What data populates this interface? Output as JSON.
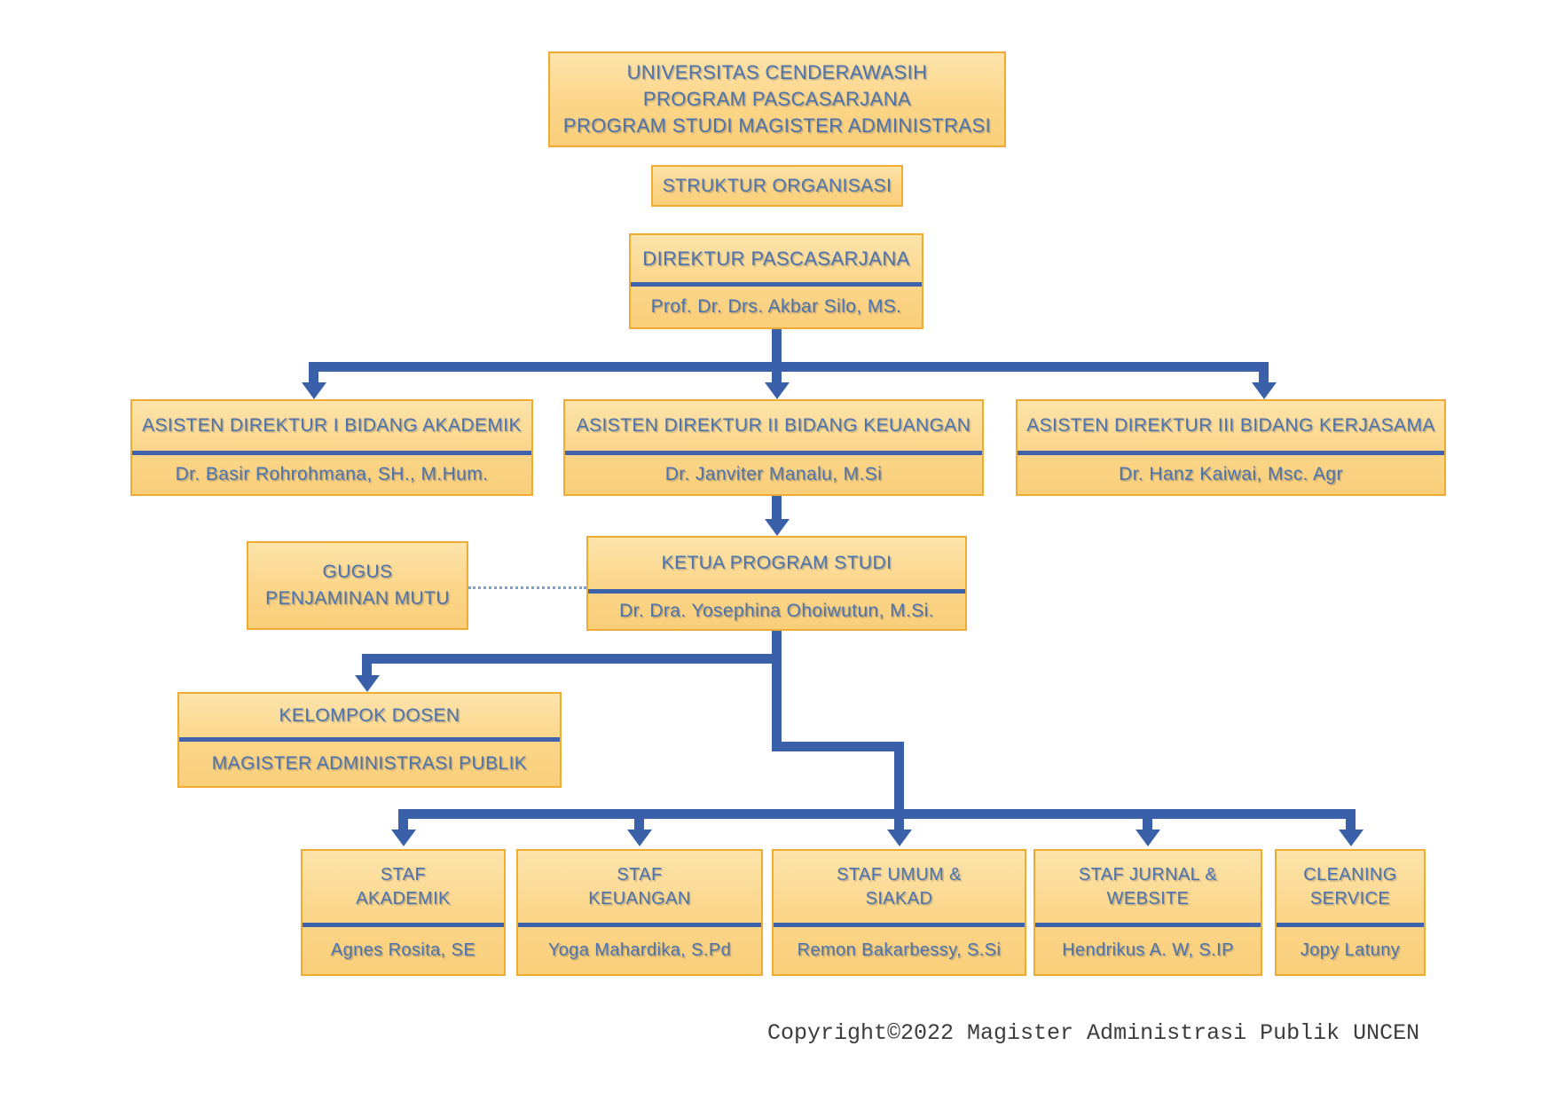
{
  "title_box": {
    "lines": [
      "UNIVERSITAS CENDERAWASIH",
      "PROGRAM PASCASARJANA",
      "PROGRAM STUDI MAGISTER ADMINISTRASI"
    ]
  },
  "subtitle_box": {
    "label": "STRUKTUR ORGANISASI"
  },
  "nodes": {
    "direktur": {
      "title": "DIREKTUR PASCASARJANA",
      "name": "Prof. Dr. Drs. Akbar Silo, MS."
    },
    "asisten1": {
      "title": "ASISTEN DIREKTUR I BIDANG AKADEMIK",
      "name": "Dr. Basir Rohrohmana, SH., M.Hum."
    },
    "asisten2": {
      "title": "ASISTEN DIREKTUR II BIDANG KEUANGAN",
      "name": "Dr. Janviter Manalu, M.Si"
    },
    "asisten3": {
      "title": "ASISTEN DIREKTUR III BIDANG KERJASAMA",
      "name": "Dr. Hanz Kaiwai, Msc. Agr"
    },
    "gugus": {
      "lines": [
        "GUGUS",
        "PENJAMINAN MUTU"
      ]
    },
    "ketua": {
      "title": "KETUA PROGRAM STUDI",
      "name": "Dr. Dra. Yosephina Ohoiwutun, M.Si."
    },
    "kelompok": {
      "title": "KELOMPOK DOSEN",
      "name": "MAGISTER ADMINISTRASI PUBLIK"
    },
    "staff1": {
      "title_lines": [
        "STAF",
        "AKADEMIK"
      ],
      "name": "Agnes Rosita, SE"
    },
    "staff2": {
      "title_lines": [
        "STAF",
        "KEUANGAN"
      ],
      "name": "Yoga Mahardika, S.Pd"
    },
    "staff3": {
      "title_lines": [
        "STAF UMUM &",
        "SIAKAD"
      ],
      "name": "Remon Bakarbessy, S.Si"
    },
    "staff4": {
      "title_lines": [
        "STAF JURNAL &",
        "WEBSITE"
      ],
      "name": "Hendrikus A. W, S.IP"
    },
    "staff5": {
      "title_lines": [
        "CLEANING",
        "SERVICE"
      ],
      "name": "Jopy Latuny"
    }
  },
  "footer": {
    "copyright": "Copyright©2022 Magister Administrasi Publik UNCEN"
  },
  "colors": {
    "box_fill_top": "#fde4ab",
    "box_fill_bottom": "#facf7b",
    "box_border": "#efab32",
    "text_blue": "#4b72ae",
    "divider_blue": "#3e63ac",
    "connector_blue": "#3b60aa",
    "dotted_link_blue": "#7da0cf",
    "copyright_gray": "#3c3c3c",
    "background": "#ffffff"
  }
}
